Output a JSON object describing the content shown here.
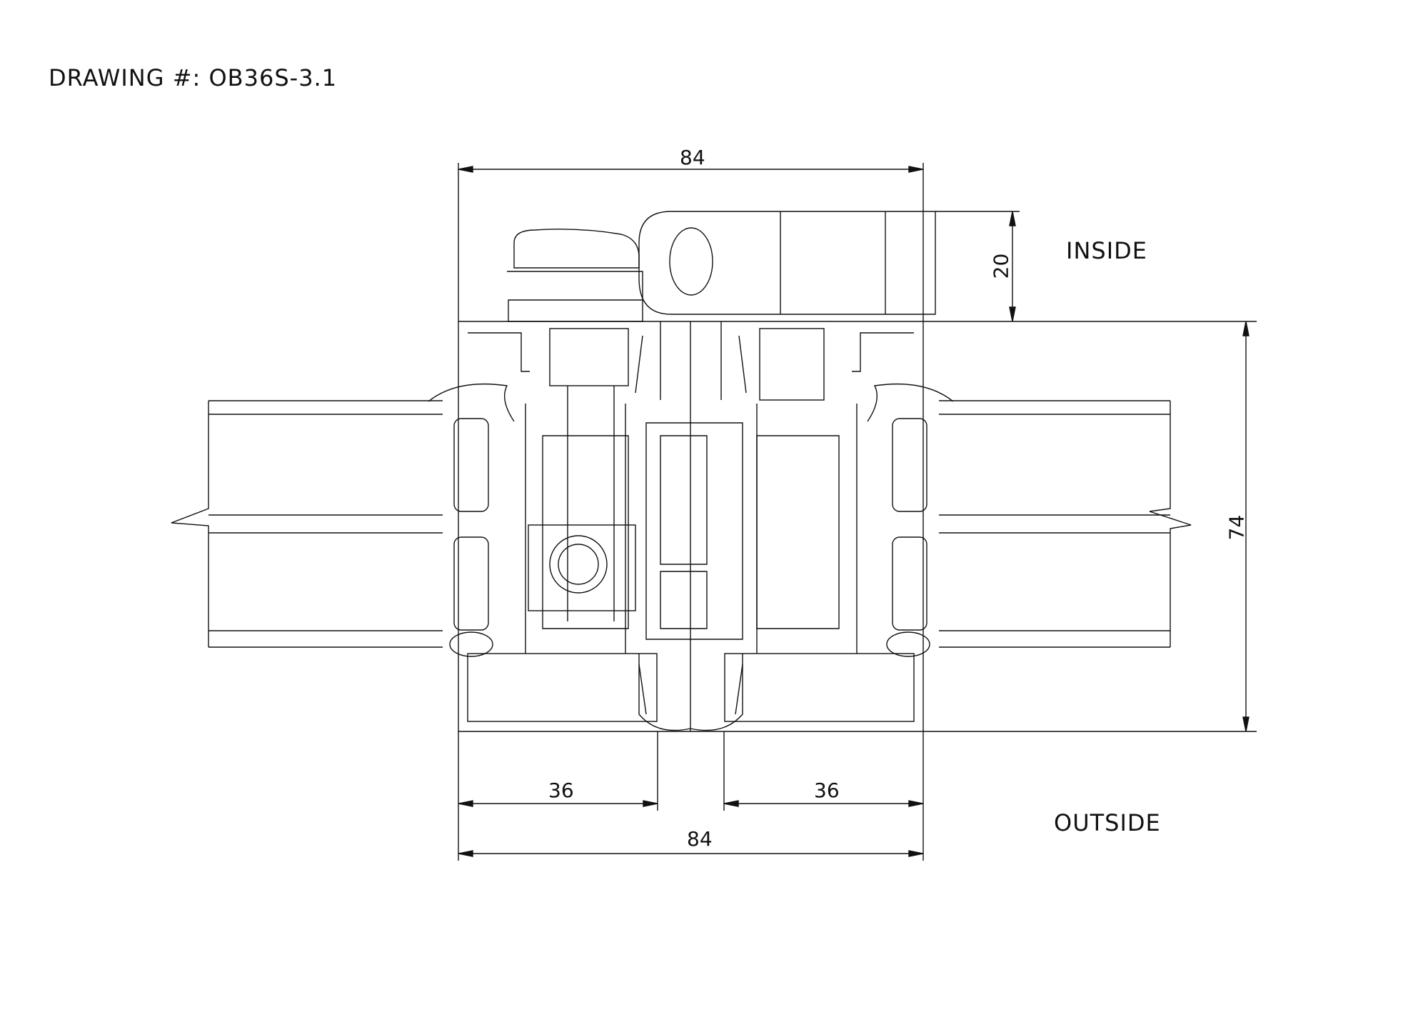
{
  "title": "DRAWING #: OB36S-3.1",
  "labels": {
    "inside": "INSIDE",
    "outside": "OUTSIDE"
  },
  "dimensions": {
    "top_width": "84",
    "handle_height": "20",
    "overall_depth": "74",
    "left_frame": "36",
    "right_frame": "36",
    "bottom_width": "84"
  }
}
